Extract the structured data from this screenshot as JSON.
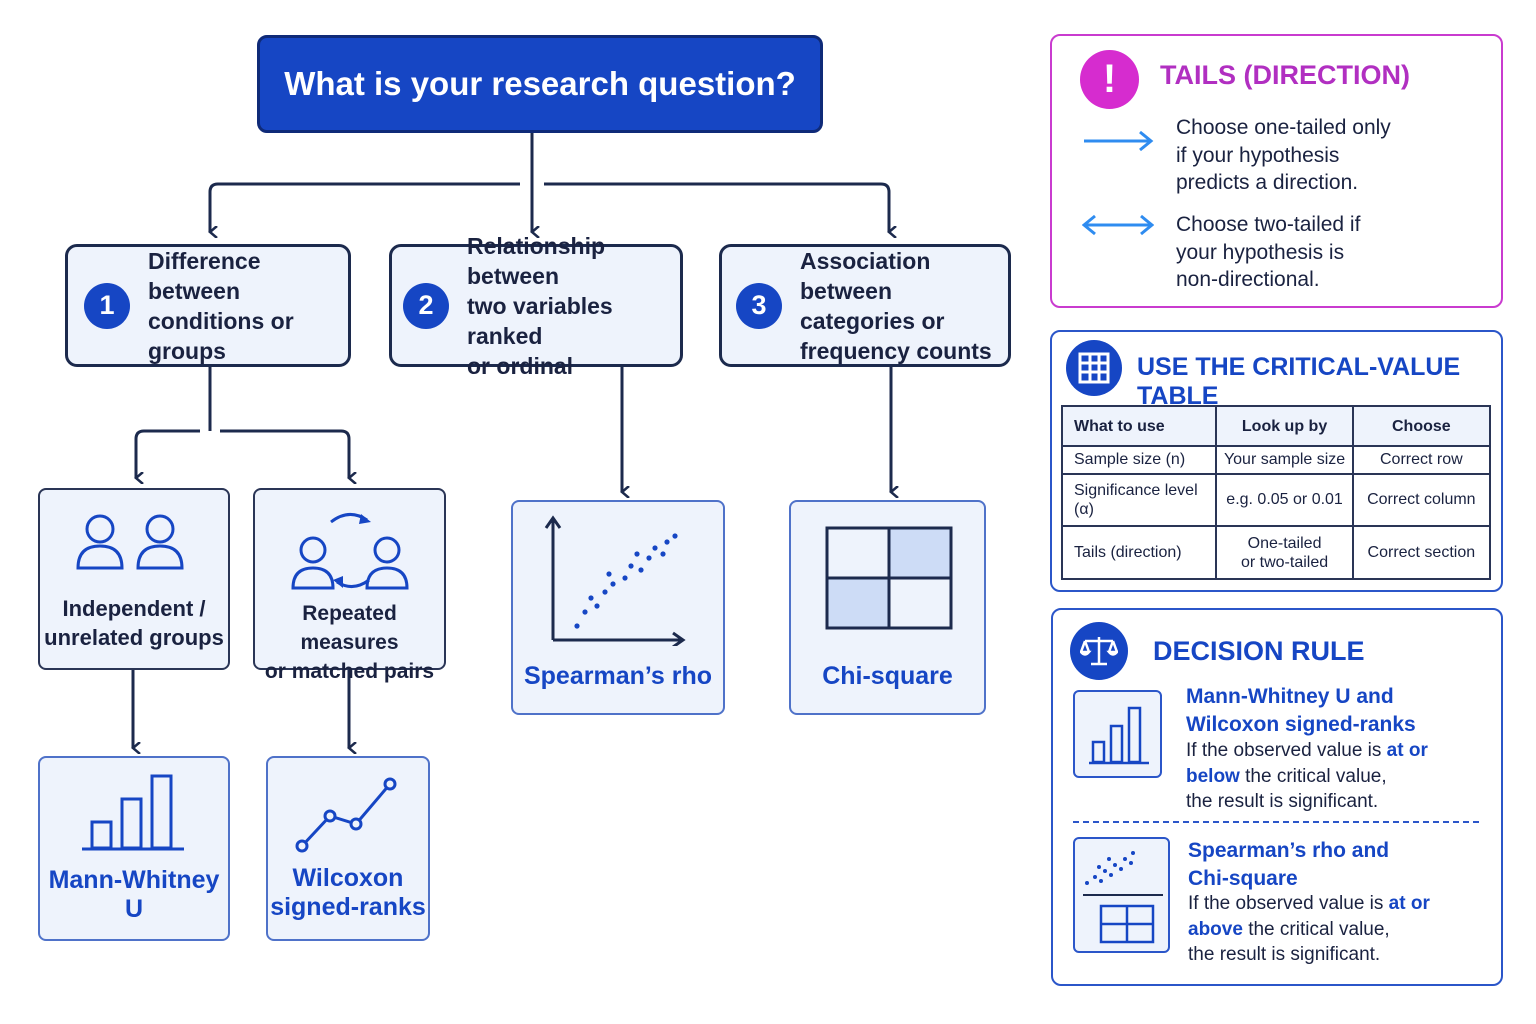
{
  "title": "What is your research question?",
  "questions": [
    {
      "number": "1",
      "text": "Difference between\nconditions or groups"
    },
    {
      "number": "2",
      "text": "Relationship between\ntwo variables ranked\nor ordinal"
    },
    {
      "number": "3",
      "text": "Association between\ncategories or\nfrequency counts"
    }
  ],
  "designs": {
    "independent": "Independent /\nunrelated groups",
    "repeated": "Repeated measures\nor matched pairs"
  },
  "tests": {
    "mann_whitney": "Mann-Whitney U",
    "wilcoxon": "Wilcoxon\nsigned-ranks",
    "spearman": "Spearman’s rho",
    "chi_square": "Chi-square"
  },
  "tails": {
    "icon_glyph": "!",
    "title": "TAILS (DIRECTION)",
    "one_tailed": "Choose one-tailed only\nif your hypothesis\npredicts a direction.",
    "two_tailed": "Choose two-tailed if\nyour hypothesis is\nnon-directional."
  },
  "table_panel": {
    "title": "USE THE CRITICAL-VALUE TABLE",
    "headers": [
      "What to use",
      "Look up by",
      "Choose"
    ],
    "rows": [
      [
        "Sample size (n)",
        "Your sample size",
        "Correct row"
      ],
      [
        "Significance level (α)",
        "e.g. 0.05 or 0.01",
        "Correct column"
      ],
      [
        "Tails (direction)",
        "One-tailed\nor two-tailed",
        "Correct section"
      ]
    ]
  },
  "decision": {
    "title": "DECISION RULE",
    "rule1": {
      "heading": "Mann-Whitney U and\nWilcoxon signed-ranks",
      "before": "If the observed value is ",
      "emph1": "at or",
      "emph2": "below",
      "after": " the critical value,",
      "end": "the result is significant."
    },
    "rule2": {
      "heading": "Spearman’s rho and\nChi-square",
      "before": "If the observed value is ",
      "emph1": "at or",
      "emph2": "above",
      "after": " the critical value,",
      "end": "the result is significant."
    }
  },
  "colors": {
    "primary": "#1646c4",
    "dark": "#1c2a4d",
    "light_fill": "#eef3fc",
    "magenta": "#c93bcf",
    "arrow_blue": "#2f8cf0"
  }
}
